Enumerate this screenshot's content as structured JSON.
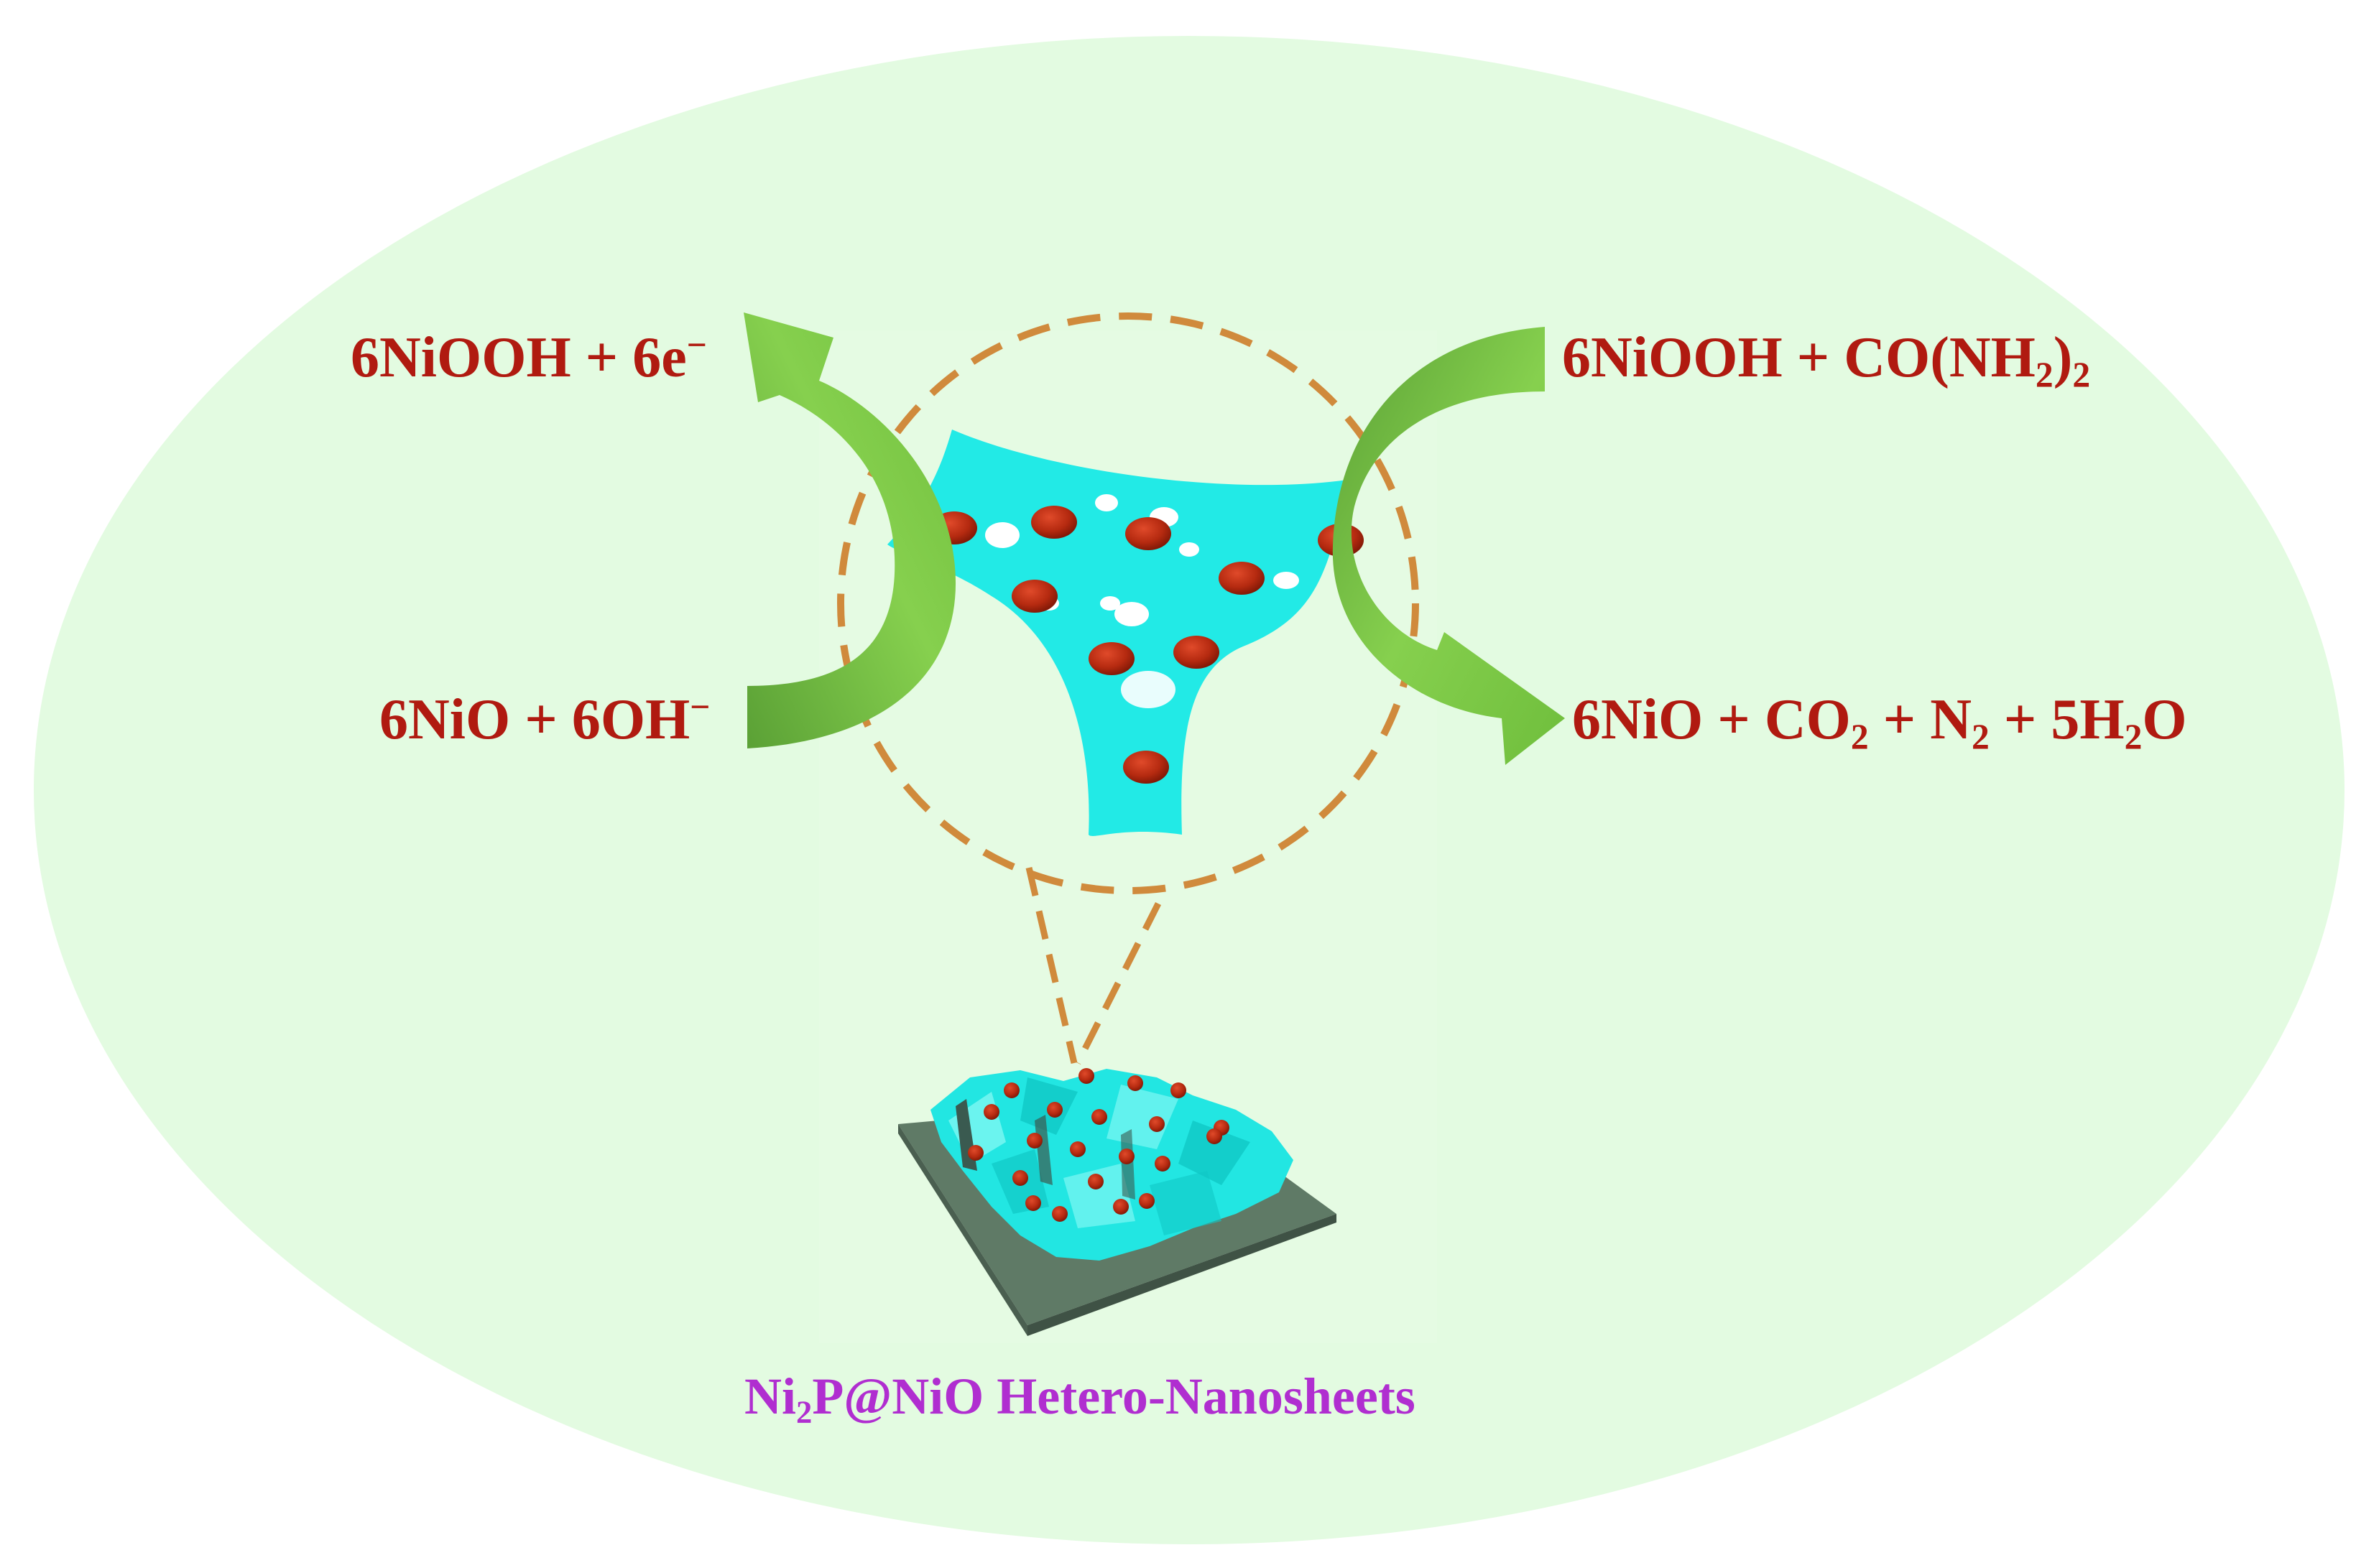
{
  "colors": {
    "background_ellipse": "#e3fbe1",
    "equation_text": "#b01a10",
    "caption_text": "#b02ed0",
    "arrow_fill": "#7ac943",
    "arrow_dark": "#5aa035",
    "nanosheet": "#22eae6",
    "particle": "#b52a10",
    "dashed_circle": "#d08a3c",
    "substrate": "#5f7a66"
  },
  "equations": {
    "top_left": {
      "a": "6NiOOH + 6e",
      "sup": "−"
    },
    "bottom_left": {
      "a": "6NiO + 6OH",
      "sup": "−"
    },
    "top_right": {
      "a": "6NiOOH + CO(NH",
      "sub1": "2",
      "b": ")",
      "sub2": "2"
    },
    "bottom_right": {
      "a": "6NiO + CO",
      "sub1": "2",
      "b": " + N",
      "sub2": "2",
      "c": " + 5H",
      "sub3": "2",
      "d": "O"
    }
  },
  "caption": {
    "a": "Ni",
    "sub": "2",
    "b": "P@NiO Hetero-Nanosheets"
  },
  "icons": {
    "left_arrow": "curved-arrow-up-left",
    "right_arrow": "curved-arrow-down-right",
    "zoom": "dashed-zoom-circle",
    "nanosheet": "ni2p-nio-nanosheet",
    "substrate": "nanosheet-array-substrate"
  }
}
